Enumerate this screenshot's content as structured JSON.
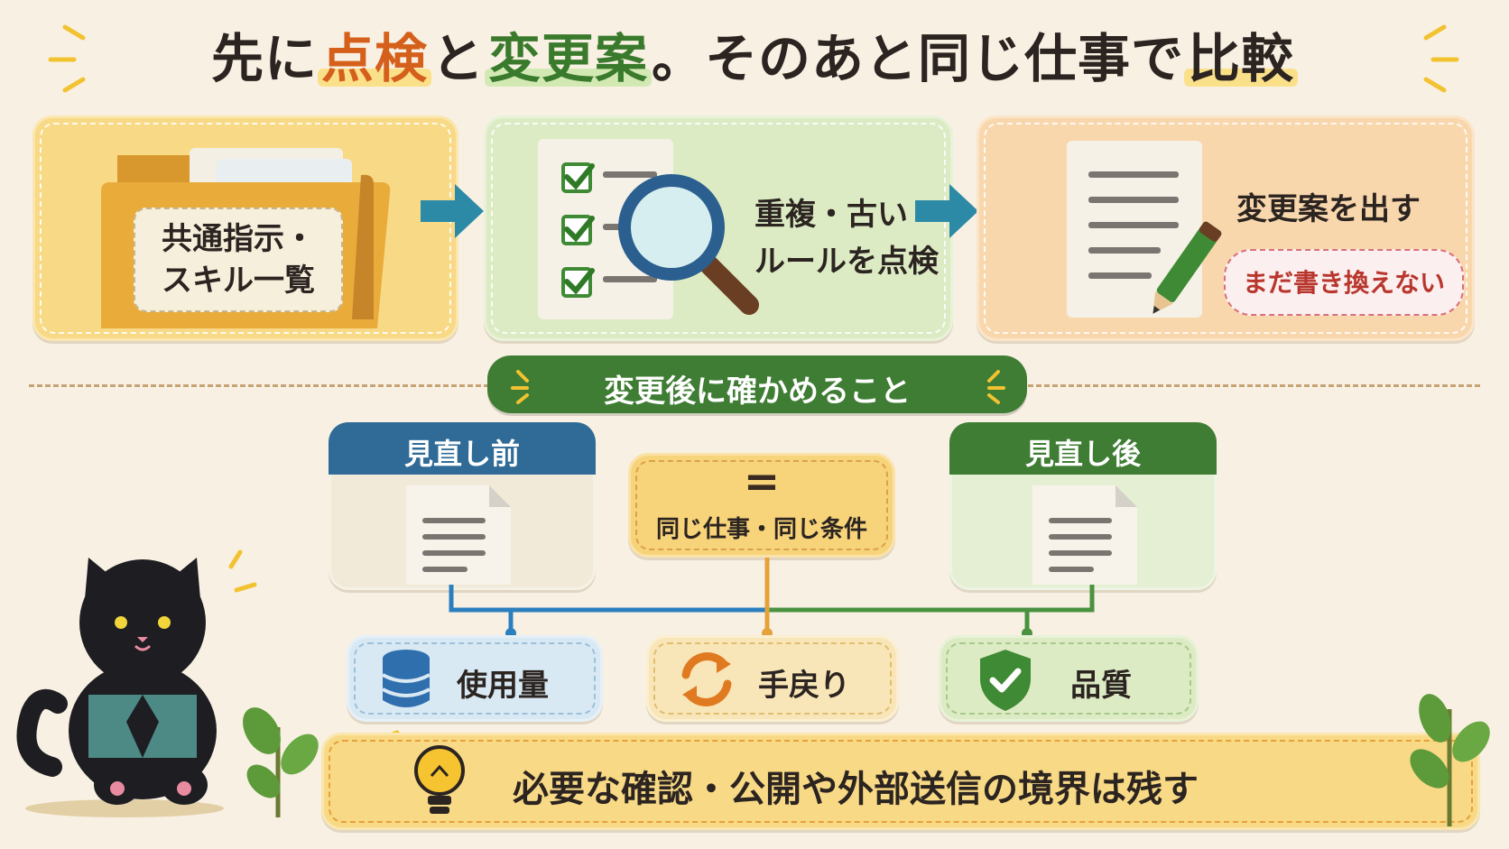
{
  "title": {
    "part1": "先に",
    "part2": "点検",
    "part3": "と",
    "part4": "変更案",
    "part5": "。そのあと同じ仕事で",
    "part6": "比較"
  },
  "steps": {
    "step1_label": "共通指示・\nスキル一覧",
    "step2_label_line1": "重複・古い",
    "step2_label_line2": "ルールを点検",
    "step3_label": "変更案を出す",
    "step3_note": "まだ書き換えない"
  },
  "section_tag": "変更後に確かめること",
  "compare": {
    "before_title": "見直し前",
    "after_title": "見直し後",
    "condition_symbol": "=",
    "condition_label": "同じ仕事・同じ条件"
  },
  "metrics": {
    "usage": "使用量",
    "rework": "手戻り",
    "quality": "品質"
  },
  "footer_note": "必要な確認・公開や外部送信の境界は残す",
  "colors": {
    "orange_text": "#d4601c",
    "green_text": "#3a7a2c",
    "blue_header": "#2f6b96",
    "green_header": "#3f7d34",
    "yellow_box": "#f7d37a",
    "green_box": "#dcebc4",
    "peach_box": "#f9d7ad",
    "arrow_teal": "#2d8aa6",
    "connector_blue": "#2b7fbf",
    "connector_orange": "#e6a13a",
    "connector_green": "#4a9240"
  },
  "icons": [
    "folder-icon",
    "checklist-icon",
    "magnifier-icon",
    "document-icon",
    "pencil-icon",
    "database-icon",
    "refresh-icon",
    "shield-check-icon",
    "lightbulb-icon",
    "cat-mascot",
    "leaf-icon"
  ]
}
